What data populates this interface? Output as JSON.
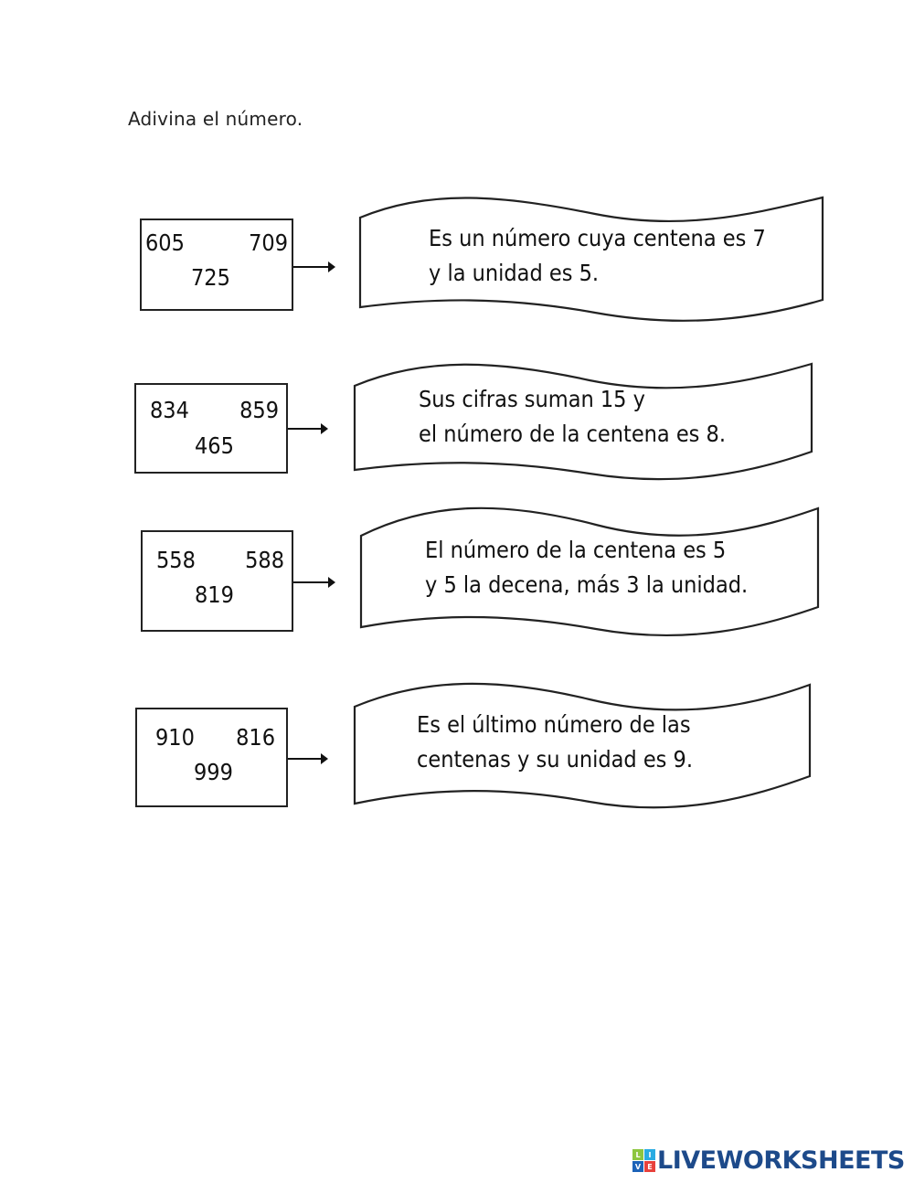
{
  "title": "Adivina el número.",
  "rows": [
    {
      "numbers": {
        "top_left": "605",
        "top_right": "709",
        "bottom": "725"
      },
      "clue": [
        "Es un número cuya centena es 7",
        "y la unidad es 5."
      ]
    },
    {
      "numbers": {
        "top_left": "834",
        "top_right": "859",
        "bottom": "465"
      },
      "clue": [
        "Sus cifras suman 15 y",
        "el número de la centena es 8."
      ]
    },
    {
      "numbers": {
        "top_left": "558",
        "top_right": "588",
        "bottom": "819"
      },
      "clue": [
        "El número de la centena es 5",
        "y 5 la decena, más 3 la unidad."
      ]
    },
    {
      "numbers": {
        "top_left": "910",
        "top_right": "816",
        "bottom": "999"
      },
      "clue": [
        "Es el último número de las",
        "centenas y su unidad es 9."
      ]
    }
  ],
  "footer": {
    "logo_icon": {
      "letters": [
        "L",
        "I",
        "V",
        "E"
      ],
      "colors": [
        "#8dc63f",
        "#29abe2",
        "#1d63b8",
        "#e8413c"
      ]
    },
    "logo_text": "LIVEWORKSHEETS",
    "logo_color": "#1d4a8a"
  }
}
